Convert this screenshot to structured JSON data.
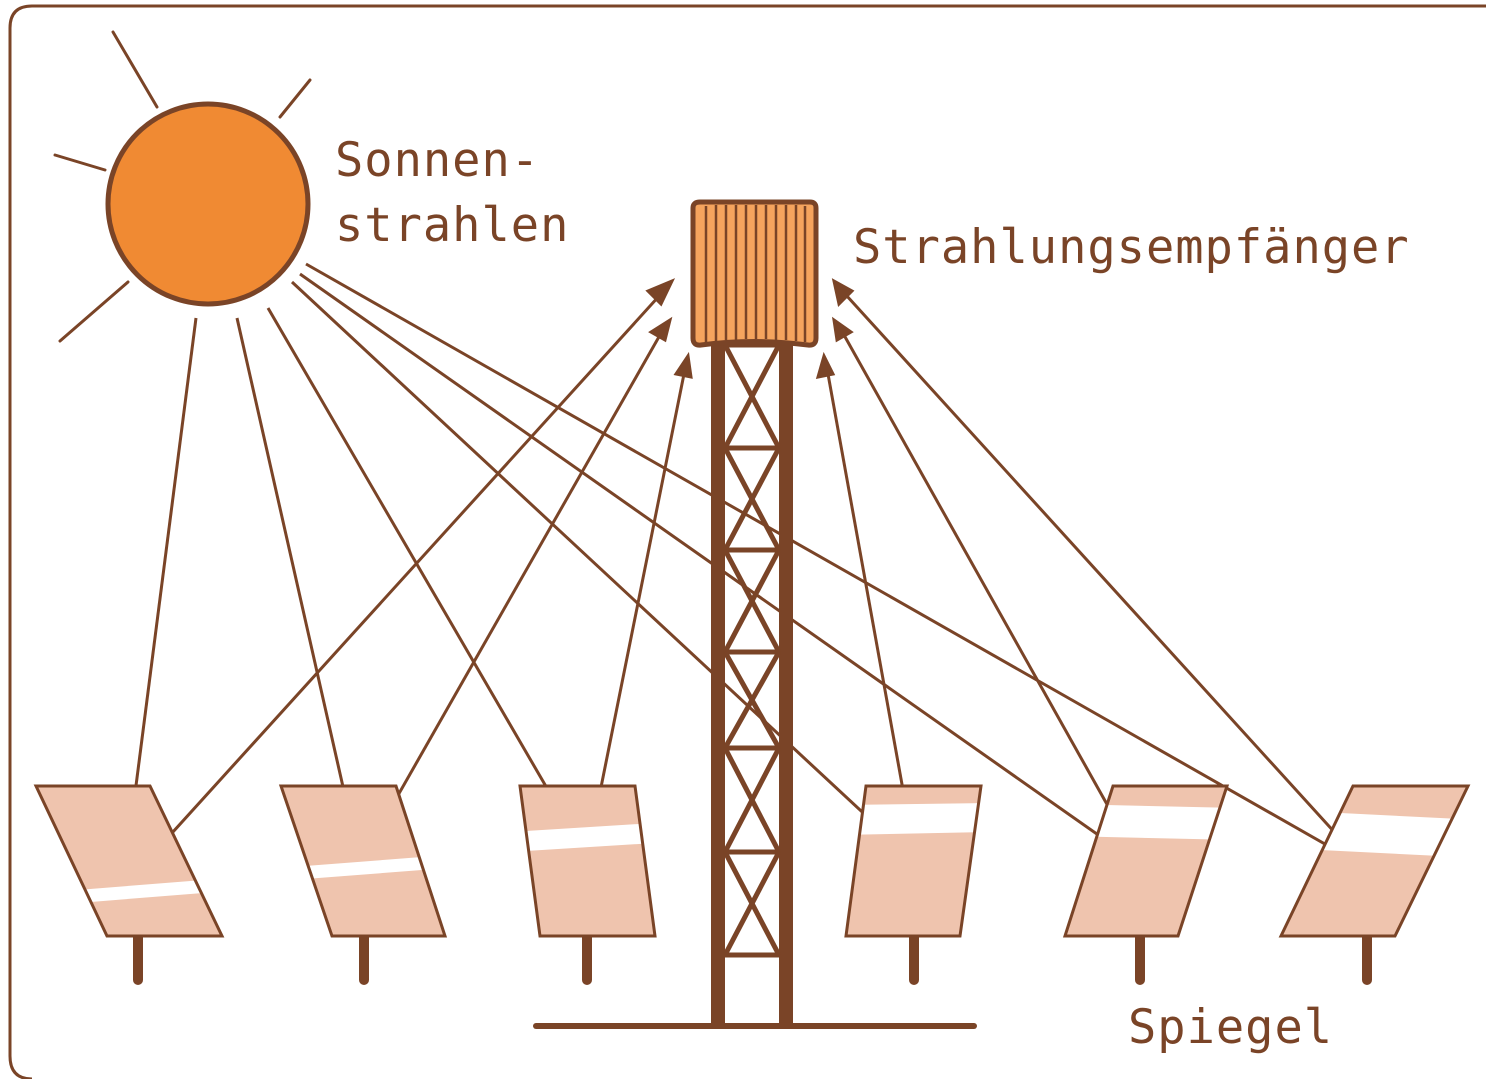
{
  "labels": {
    "sun_line1": "Sonnen-",
    "sun_line2": "strahlen",
    "receiver": "Strahlungsempfänger",
    "mirrors": "Spiegel"
  },
  "colors": {
    "stroke": "#7a4427",
    "sun_fill": "#f08a33",
    "receiver_fill": "#f5a45e",
    "mirror_fill": "#efc4ae",
    "background": "#ffffff"
  },
  "icons": [
    "sun-icon",
    "solar-tower-icon",
    "receiver-icon",
    "heliostat-mirror-icon"
  ]
}
